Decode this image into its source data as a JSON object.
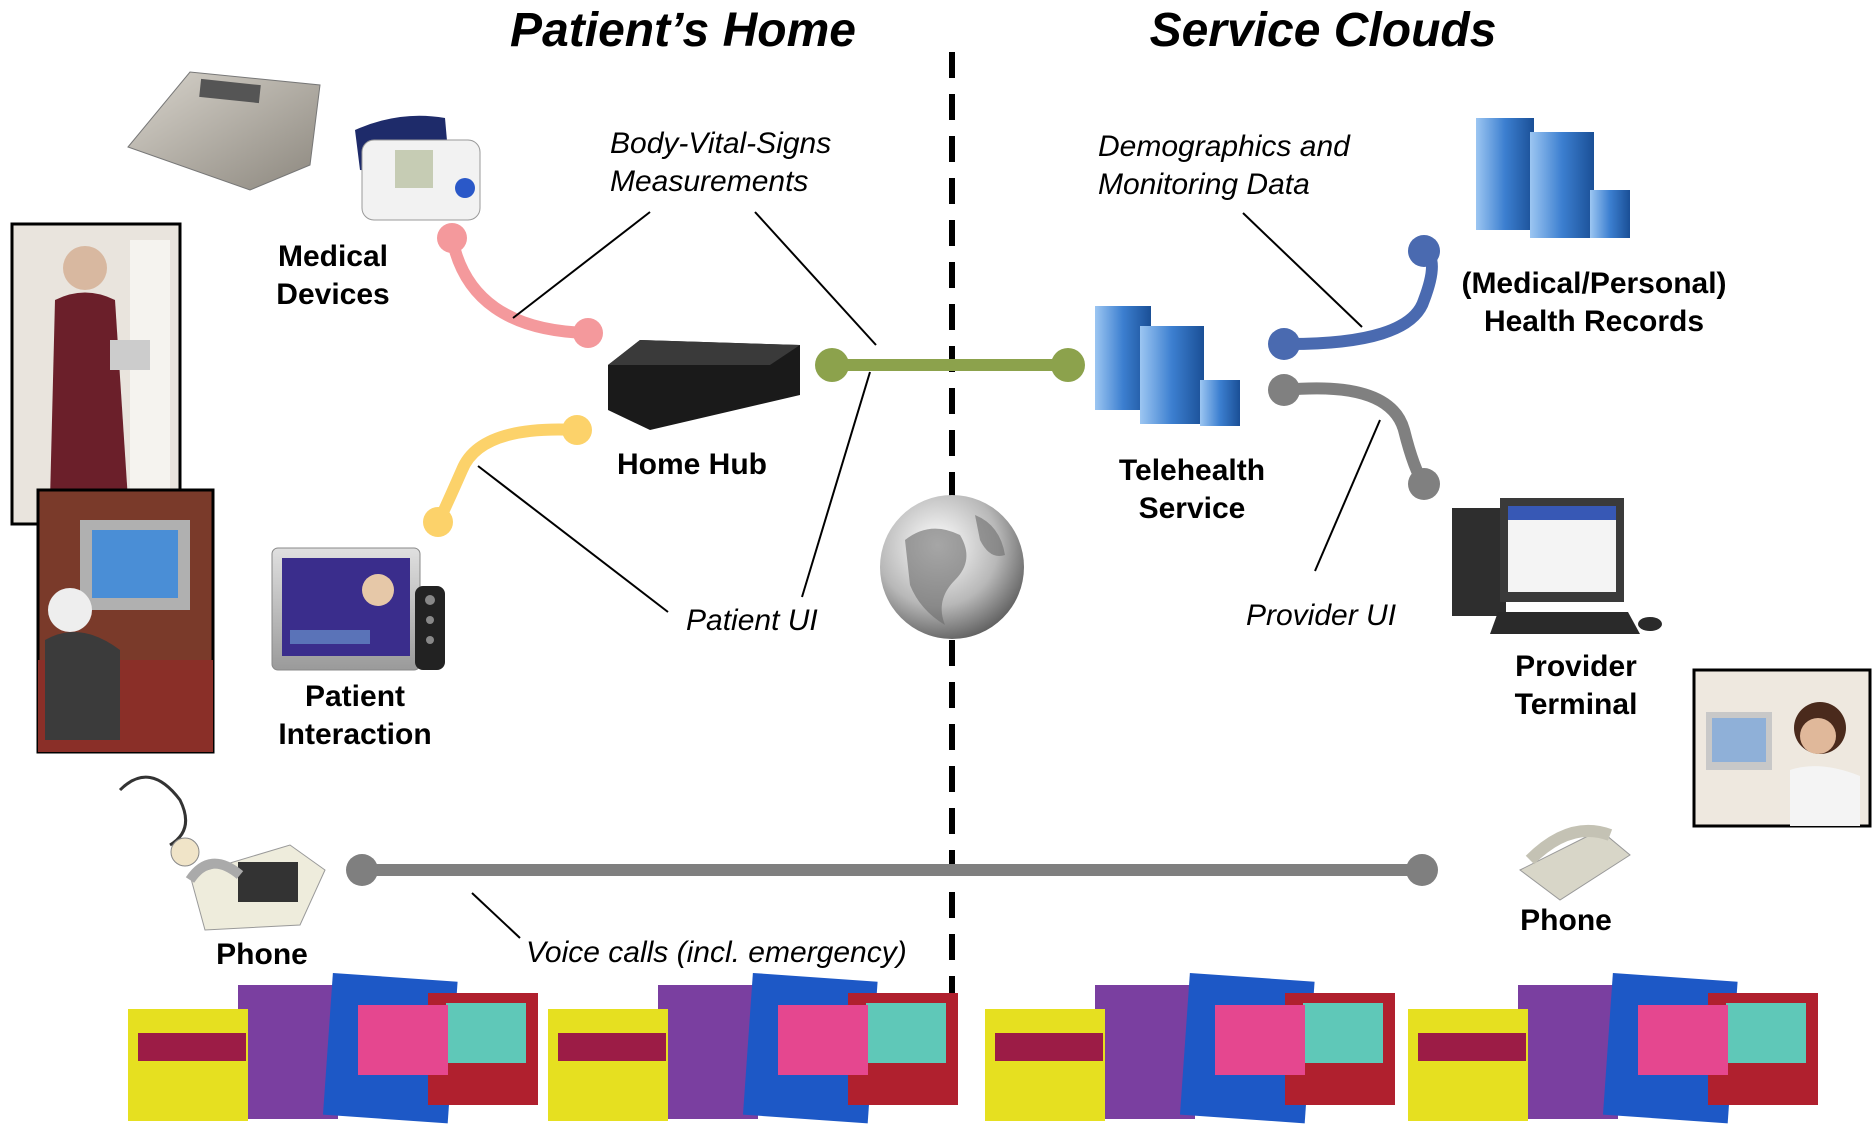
{
  "titles": {
    "left": "Patient’s Home",
    "right": "Service Clouds"
  },
  "nodes": {
    "medical_devices": [
      "Medical",
      "Devices"
    ],
    "home_hub": "Home Hub",
    "patient_interaction": [
      "Patient",
      "Interaction"
    ],
    "phone_left": "Phone",
    "telehealth_service": [
      "Telehealth",
      "Service"
    ],
    "health_records": [
      "(Medical/Personal)",
      "Health Records"
    ],
    "provider_terminal": [
      "Provider",
      "Terminal"
    ],
    "phone_right": "Phone"
  },
  "edge_labels": {
    "vital_signs": [
      "Body-Vital-Signs",
      "Measurements"
    ],
    "demographics": [
      "Demographics and",
      "Monitoring Data"
    ],
    "patient_ui": "Patient UI",
    "provider_ui": "Provider UI",
    "voice_calls": "Voice calls (incl. emergency)"
  },
  "colors": {
    "pink_link": "#f4999c",
    "yellow_link": "#fcd26a",
    "green_link": "#8ca24c",
    "blue_link": "#4a6ab0",
    "gray_link": "#808080",
    "phone_link": "#7f7f7f",
    "divider": "#000000"
  },
  "icons": {
    "scale": "bathroom-scale-icon",
    "bp_monitor": "blood-pressure-monitor-icon",
    "elderly_man_photo": "elderly-man-photo-icon",
    "elderly_tv_photo": "elderly-watching-tv-photo-icon",
    "tv": "television-icon",
    "remote": "remote-control-icon",
    "home_hub": "set-top-box-icon",
    "globe": "globe-icon",
    "telehealth_server": "server-icon",
    "records_server": "server-cluster-icon",
    "provider_pc": "desktop-computer-icon",
    "nurse_photo": "nurse-on-phone-photo-icon",
    "home_phone": "emergency-phone-icon",
    "provider_phone": "desk-phone-icon",
    "banner": "colorful-city-banner-icon"
  }
}
